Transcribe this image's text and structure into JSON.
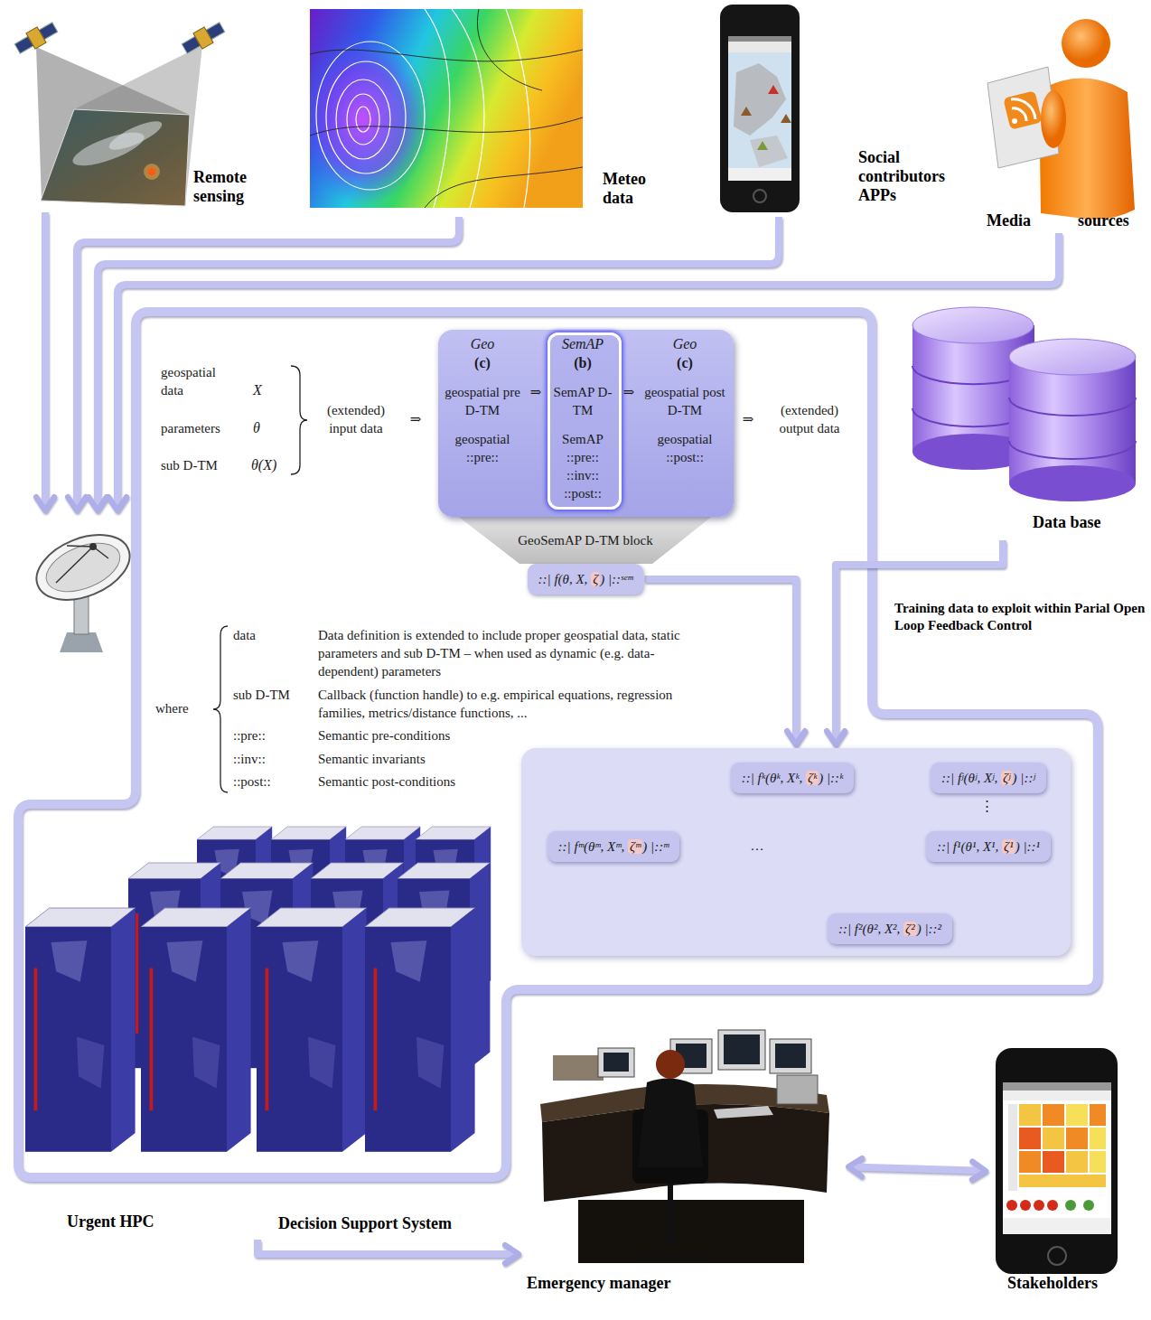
{
  "diagram": {
    "nodes": [
      {
        "text": [
          "Remote sensing"
        ]
      },
      {
        "text": [
          "Meteo data"
        ]
      },
      {
        "text": [
          "Social contributors APPs"
        ]
      },
      {
        "text": [
          "Media",
          "sources"
        ]
      },
      {
        "text": [
          "Geo",
          "(c)",
          "geospatial pre D-TM",
          "geospatial ::pre::",
          "⇒",
          "⇒",
          "Geo",
          "(c)",
          "geospatial post D-TM",
          "geospatial ::post::"
        ]
      },
      {
        "text": [
          "SemAP",
          "(b)",
          "SemAP D-TM",
          "SemAP ::pre:: ::inv:: ::post::"
        ],
        "in": 4
      },
      {
        "text": [
          "GeoSemAP D-TM block",
          "::| f(θ, X, ζ) |::ˢᵉᵐ"
        ]
      },
      {
        "text": [
          "Data base"
        ]
      },
      {
        "text": [
          "⋮",
          "…"
        ]
      },
      {
        "text": [
          "::| fᵏ(θᵏ, Xᵏ, ζᵏ) |::ᵏ"
        ],
        "in": 8
      },
      {
        "text": [
          "::| fʲ(θʲ, Xʲ, ζʲ) |::ʲ"
        ],
        "in": 8
      },
      {
        "text": [
          "::| fᵐ(θᵐ, Xᵐ, ζᵐ) |::ᵐ"
        ],
        "in": 8
      },
      {
        "text": [
          "::| f¹(θ¹, X¹, ζ¹) |::¹"
        ],
        "in": 8
      },
      {
        "text": [
          "::| f²(θ², X², ζ²) |::²"
        ],
        "in": 8
      },
      {
        "text": [
          "Urgent HPC"
        ]
      },
      {
        "text": [
          "Emergency manager"
        ]
      },
      {
        "text": [
          "Stakeholders"
        ]
      }
    ],
    "edges": [
      {
        "from": 6,
        "to": 8,
        "arrow": "to"
      },
      {
        "from": 7,
        "to": 8,
        "label": "Training data to exploit within Parial Open Loop Feedback Control",
        "arrow": "to"
      },
      {
        "from": 10,
        "to": 9,
        "arrow": "to"
      },
      {
        "from": 12,
        "to": 9,
        "arrow": "to"
      },
      {
        "from": 9,
        "to": 11,
        "arrow": "to"
      },
      {
        "from": 12,
        "to": 13,
        "arrow": "to"
      },
      {
        "from": 13,
        "to": 11,
        "arrow": "to"
      },
      {
        "from": 14,
        "to": 15,
        "label": "Decision Support System",
        "arrow": "to"
      },
      {
        "from": 15,
        "to": 16,
        "arrow": "both"
      }
    ],
    "labels": [
      "geospatial data",
      "X",
      "parameters",
      "θ",
      "sub D-TM",
      "θ(X)",
      "(extended) input data",
      "⇒",
      "⇒",
      "(extended) output data",
      "where",
      "data",
      "Data definition is extended to include proper geospatial data, static parameters and sub D-TM – when used as dynamic (e.g. data-dependent) parameters",
      "sub D-TM",
      "Callback (function handle) to e.g. empirical equations, regression families, metrics/distance functions, ...",
      "::pre::",
      "Semantic pre-conditions",
      "::inv::",
      "Semantic invariants",
      "::post::",
      "Semantic post-conditions"
    ]
  }
}
